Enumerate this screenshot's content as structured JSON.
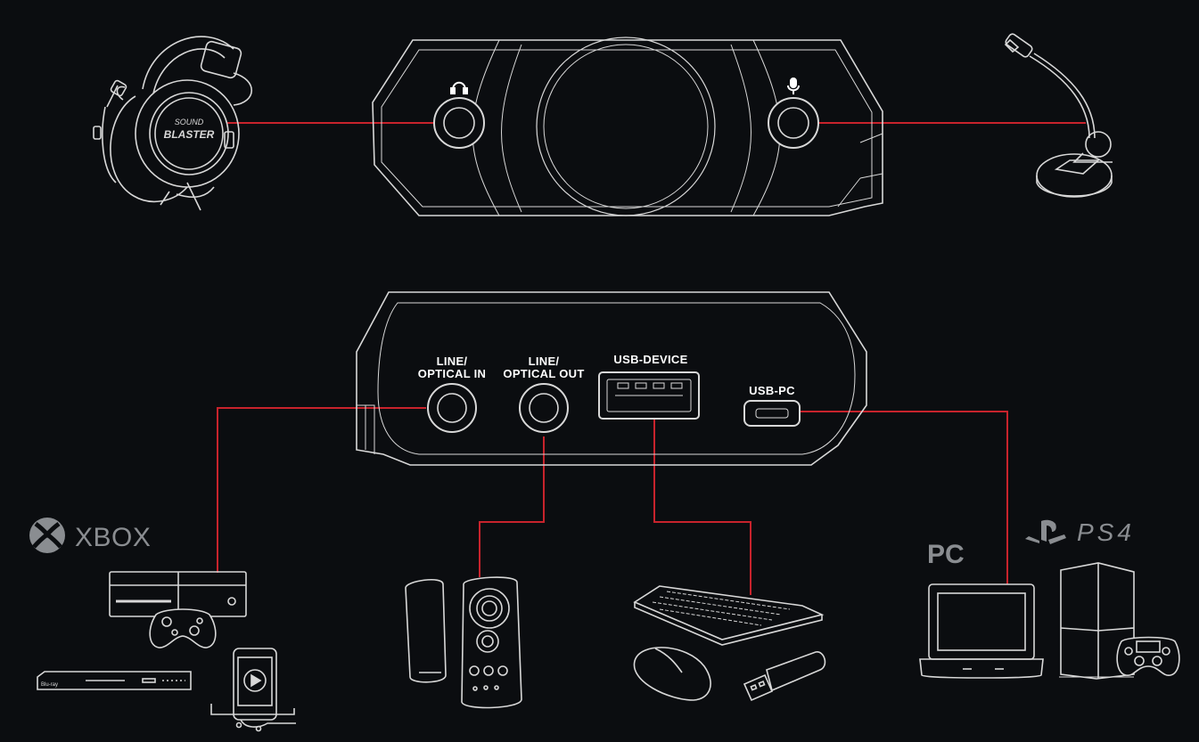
{
  "colors": {
    "background": "#0b0d10",
    "outline": "#e6e6e6",
    "connector": "#c8232c",
    "brand_text": "#8a8d91",
    "label_text": "#ffffff"
  },
  "ports": {
    "line_optical_in": [
      "LINE/",
      "OPTICAL IN"
    ],
    "line_optical_out": [
      "LINE/",
      "OPTICAL OUT"
    ],
    "usb_device": "USB-DEVICE",
    "usb_pc": "USB-PC"
  },
  "brands": {
    "xbox": "XBOX",
    "pc": "PC",
    "ps4": "PS4"
  },
  "icons": {
    "headphone_port": "headphone-icon",
    "mic_port": "microphone-icon",
    "xbox_logo": "xbox-logo-icon",
    "ps_logo": "playstation-logo-icon"
  }
}
